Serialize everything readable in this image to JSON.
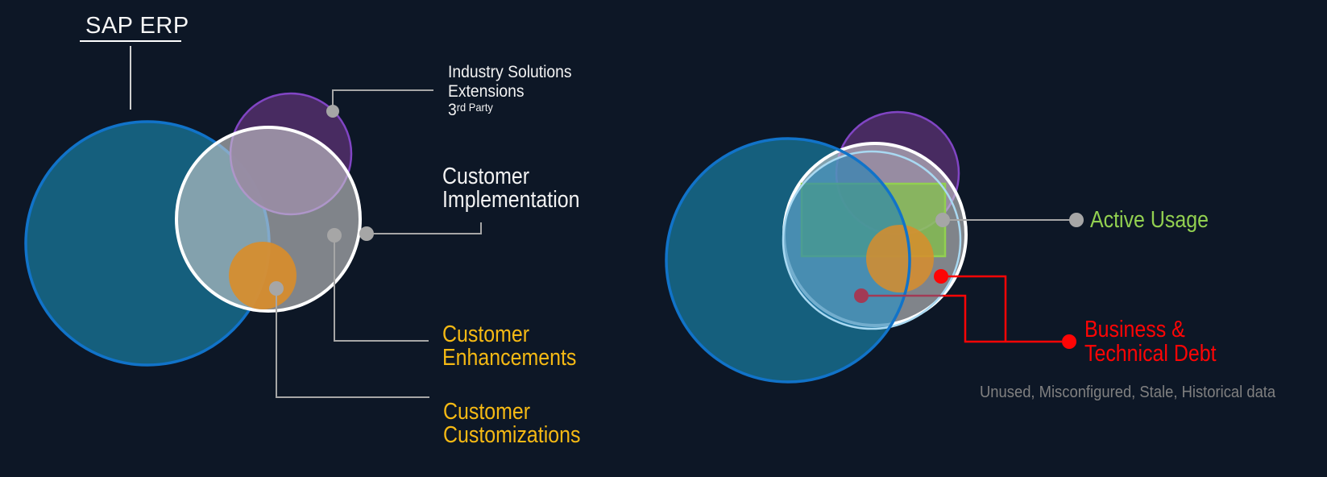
{
  "left": {
    "title": "SAP ERP",
    "industry_label": {
      "line1": "Industry Solutions",
      "line2": "Extensions",
      "line3_base": "3",
      "line3_sup": "rd Party"
    },
    "implementation_label": {
      "line1": "Customer",
      "line2": "Implementation"
    },
    "enhancements_label": {
      "line1": "Customer",
      "line2": "Enhancements"
    },
    "customizations_label": {
      "line1": "Customer",
      "line2": "Customizations"
    }
  },
  "right": {
    "active_usage_label": "Active Usage",
    "debt_label": {
      "line1": "Business &",
      "line2": "Technical Debt"
    },
    "caption": "Unused, Misconfigured, Stale, Historical data"
  },
  "colors": {
    "background": "#0d1726",
    "teal_fill": "#155f7d",
    "blue_stroke": "#1173c9",
    "purple_fill": "#4b2d64",
    "purple_stroke": "#8145c4",
    "gray_fill": "#cdcdcd",
    "white_stroke": "#ffffff",
    "orange_fill": "#d88d2b",
    "overlay_blue": "#2882b4",
    "cyan_stroke": "#a9d9f2",
    "green_fill": "#82c346",
    "green_stroke": "#92d050",
    "connector_gray": "#a6a6a6",
    "pointer_light": "#cfcfcf",
    "red": "#fe0505",
    "muted_red": "#a23a55",
    "label_yellow": "#f5b914",
    "label_green": "#92d050",
    "label_red": "#fe0505",
    "label_gray": "#808080",
    "label_white": "#f2f2f2"
  }
}
